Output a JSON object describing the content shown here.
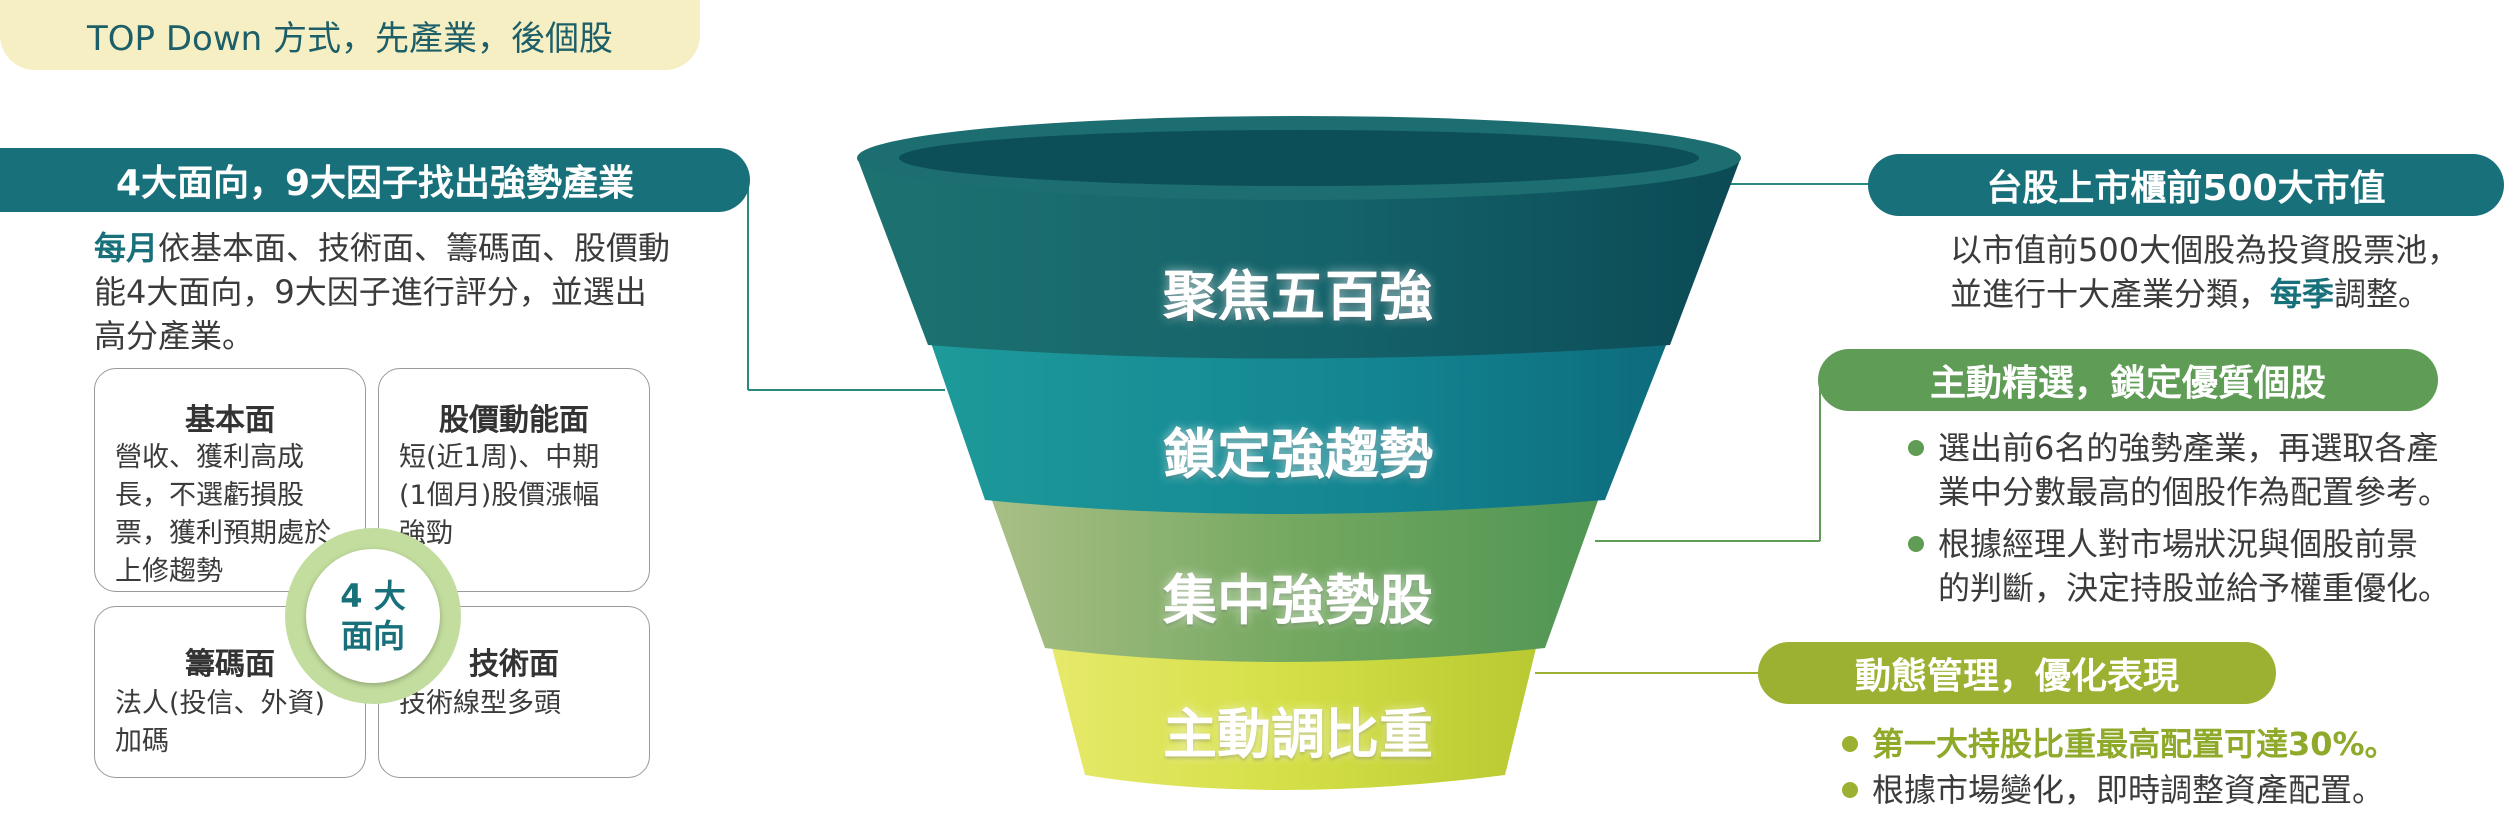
{
  "header": {
    "title": "TOP Down 方式，先產業，後個股"
  },
  "left": {
    "pill": "4大面向，9大因子找出強勢產業",
    "desc_highlight": "每月",
    "desc_line1": "依基本面、技術面、籌碼面、股價動",
    "desc_line2": "能4大面向，9大因子進行評分，並選出",
    "desc_line3": "高分產業。",
    "center_line1": "4 大",
    "center_line2": "面向",
    "cards": [
      {
        "title": "基本面",
        "lines": [
          "營收、獲利高成",
          "長，不選虧損股",
          "票，獲利預期處於",
          "上修趨勢"
        ]
      },
      {
        "title": "股價動能面",
        "lines": [
          "短(近1周)、中期",
          "(1個月)股價漲幅",
          "強勁"
        ]
      },
      {
        "title": "籌碼面",
        "lines": [
          "法人(投信、外資)",
          "加碼"
        ]
      },
      {
        "title": "技術面",
        "lines": [
          "技術線型多頭"
        ]
      }
    ]
  },
  "funnel": {
    "stages": [
      "聚焦五百強",
      "鎖定強趨勢",
      "集中強勢股",
      "主動調比重"
    ],
    "colors": [
      "#0f5a63",
      "#14808c",
      "#7fae6c",
      "#d2de45"
    ]
  },
  "right": {
    "s1": {
      "pill": "台股上市櫃前500大市值",
      "line1": "以市值前500大個股為投資股票池，",
      "line2_pre": "並進行十大產業分類，",
      "line2_hl": "每季",
      "line2_post": "調整。"
    },
    "s2": {
      "pill": "主動精選，鎖定優質個股",
      "b1_l1": "選出前6名的強勢產業，再選取各產",
      "b1_l2": "業中分數最高的個股作為配置參考。",
      "b2_l1": "根據經理人對市場狀況與個股前景",
      "b2_l2": "的判斷，決定持股並給予權重優化。"
    },
    "s3": {
      "pill": "動態管理，優化表現",
      "b1": "第一大持股比重最高配置可達30%。",
      "b2": "根據市場變化，即時調整資產配置。"
    }
  },
  "colors": {
    "teal_dark": "#0f5a63",
    "teal": "#17707a",
    "green": "#5f9c55",
    "olive": "#9cb032",
    "lime": "#8faa2a"
  }
}
